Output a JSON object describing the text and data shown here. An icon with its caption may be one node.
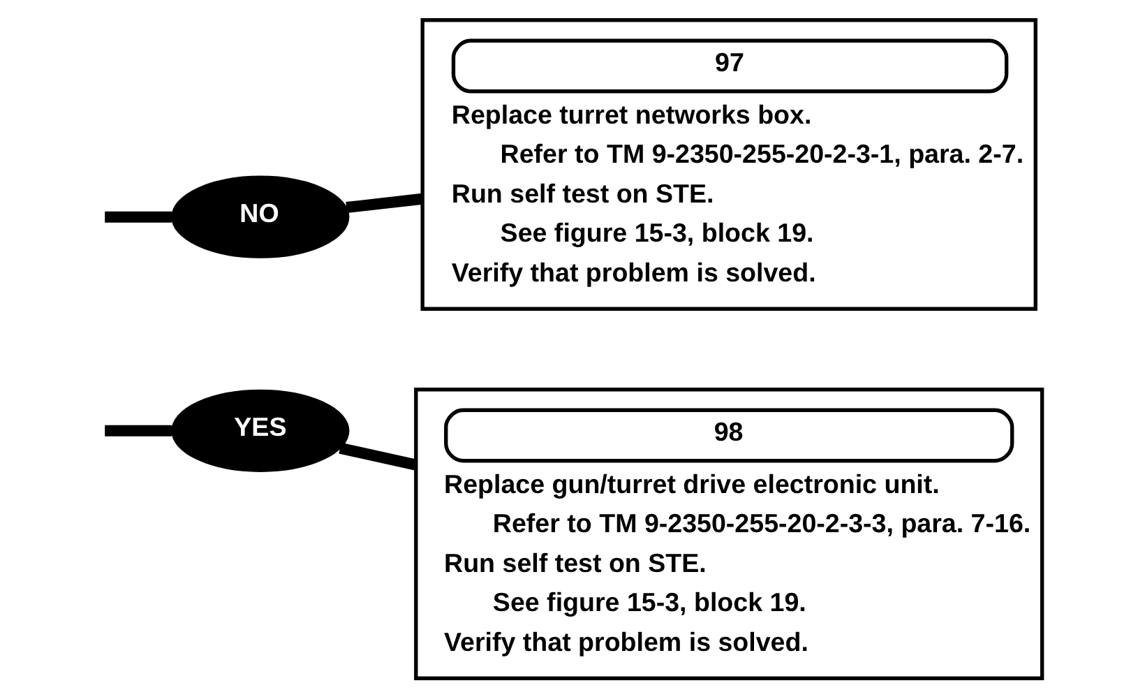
{
  "diagram": {
    "nodes": [
      {
        "text": [
          "NO"
        ]
      },
      {
        "text": [
          "97",
          "Replace turret networks box.",
          "Refer to TM 9-2350-255-20-2-3-1, para. 2-7.",
          "Run self test on STE.",
          "See figure 15-3, block 19.",
          "Verify that problem is solved."
        ]
      },
      {
        "text": [
          "YES"
        ]
      },
      {
        "text": [
          "98",
          "Replace gun/turret drive electronic unit.",
          "Refer to TM 9-2350-255-20-2-3-3, para. 7-16.",
          "Run self test on STE.",
          "See figure 15-3, block 19.",
          "Verify that problem is solved."
        ]
      }
    ],
    "edges": [
      {
        "from": null,
        "to": 0,
        "arrow": "none"
      },
      {
        "from": 0,
        "to": 1,
        "arrow": "none"
      },
      {
        "from": null,
        "to": 2,
        "arrow": "none"
      },
      {
        "from": 2,
        "to": 3,
        "arrow": "none"
      }
    ]
  }
}
